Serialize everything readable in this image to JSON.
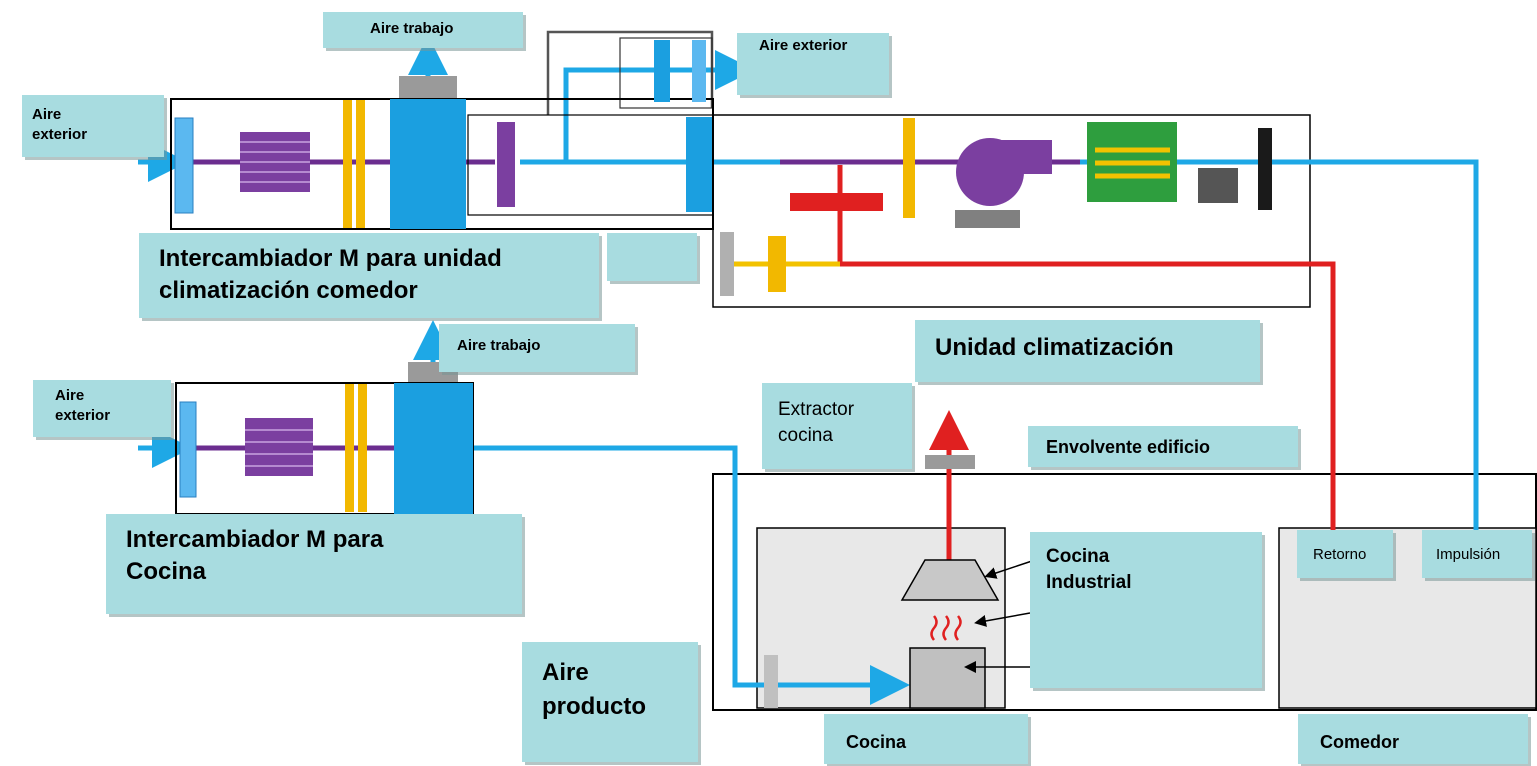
{
  "colors": {
    "outdoor_air": "#1ea8e6",
    "exhaust_air": "#6b2d8f",
    "return_air": "#e02020",
    "mixed_air": "#f2c200",
    "label_bg": "#a8dce0",
    "room_fill": "#e8e8e8"
  },
  "labels": {
    "aire_trabajo_1": "Aire trabajo",
    "aire_exterior_top": "Aire exterior",
    "aire_exterior_1": "Aire\nexterior",
    "intercambiador_comedor": "Intercambiador M para unidad climatización comedor",
    "aire_trabajo_2": "Aire trabajo",
    "unidad_climatizacion": "Unidad climatización",
    "aire_exterior_2": "Aire\nexterior",
    "extractor_cocina": "Extractor\ncocina",
    "envolvente_edificio": "Envolvente edificio",
    "intercambiador_cocina": "Intercambiador M para\nCocina",
    "cocina_industrial": "Cocina\nIndustrial",
    "retorno": "Retorno",
    "impulsion": "Impulsión",
    "aire_producto": "Aire\nproducto",
    "cocina": "Cocina",
    "comedor": "Comedor"
  },
  "icons": [
    "filter-icon",
    "heat-exchanger-icon",
    "damper-icon",
    "fan-icon",
    "coil-icon",
    "compressor-icon",
    "hood-icon",
    "heat-waves-icon",
    "stove-icon",
    "cooling-tower-icon"
  ]
}
